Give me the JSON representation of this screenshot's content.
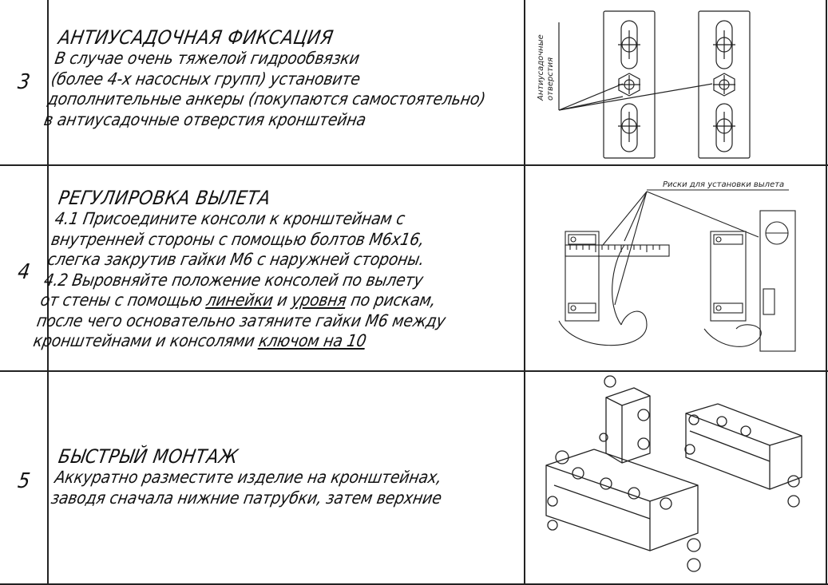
{
  "rows": [
    {
      "num": "3",
      "title": "АНТИУСАДОЧНАЯ ФИКСАЦИЯ",
      "lines": [
        "В случае очень тяжелой гидрообвязки",
        "(более 4-х насосных групп) установите",
        "дополнительные анкеры (покупаются самостоятельно)",
        "в антиусадочные отверстия кронштейна"
      ],
      "figure_label_1": "Антиусадочные",
      "figure_label_2": "отверстия"
    },
    {
      "num": "4",
      "title": "РЕГУЛИРОВКА ВЫЛЕТА",
      "lines": [
        "4.1 Присоедините консоли к кронштейнам с",
        "внутренней стороны с помощью болтов М6х16,",
        "слегка закрутив гайки М6 с наружней стороны.",
        "4.2 Выровняйте положение консолей по вылету"
      ],
      "line5_a": "от стены с помощью ",
      "line5_b": "линейки",
      "line5_c": " и ",
      "line5_d": "уровня",
      "line5_e": " по рискам,",
      "line6": "после чего основательно затяните гайки М6 между",
      "line7_a": "кронштейнами и консолями ",
      "line7_b": "ключом на 10",
      "figure_label": "Риски для установки вылета"
    },
    {
      "num": "5",
      "title": "БЫСТРЫЙ МОНТАЖ",
      "lines": [
        "Аккуратно разместите изделие на кронштейнах,",
        "заводя сначала нижние патрубки, затем верхние"
      ]
    }
  ]
}
